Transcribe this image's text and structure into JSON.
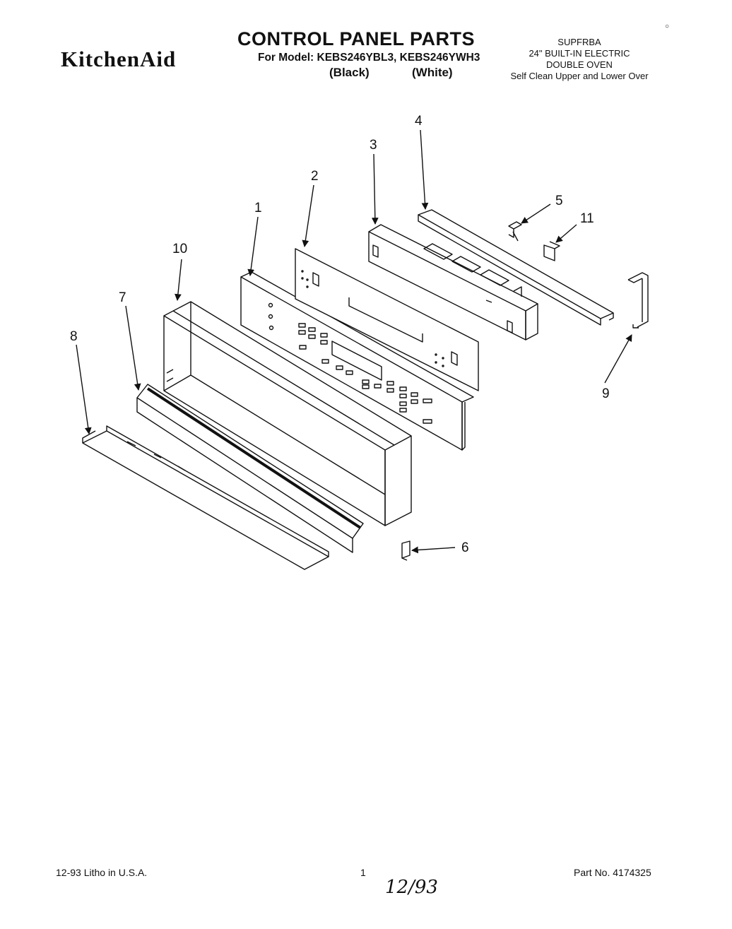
{
  "header": {
    "logo_text": "KitchenAid",
    "title": "CONTROL PANEL PARTS",
    "model_line": "For Model: KEBS246YBL3, KEBS246YWH3",
    "variant_black": "(Black)",
    "variant_white": "(White)",
    "code": "SUPFRBA",
    "product_line1": "24\" BUILT-IN ELECTRIC",
    "product_line2": "DOUBLE OVEN",
    "product_line3": "Self Clean Upper and Lower Over",
    "corner_mark": "○"
  },
  "callouts": [
    {
      "id": "1",
      "label": "1"
    },
    {
      "id": "2",
      "label": "2"
    },
    {
      "id": "3",
      "label": "3"
    },
    {
      "id": "4",
      "label": "4"
    },
    {
      "id": "5",
      "label": "5"
    },
    {
      "id": "6",
      "label": "6"
    },
    {
      "id": "7",
      "label": "7"
    },
    {
      "id": "8",
      "label": "8"
    },
    {
      "id": "9",
      "label": "9"
    },
    {
      "id": "10",
      "label": "10"
    },
    {
      "id": "11",
      "label": "11"
    }
  ],
  "footer": {
    "left": "12-93 Litho in U.S.A.",
    "page": "1",
    "part_no": "Part No. 4174325",
    "handwritten": "12/93"
  }
}
